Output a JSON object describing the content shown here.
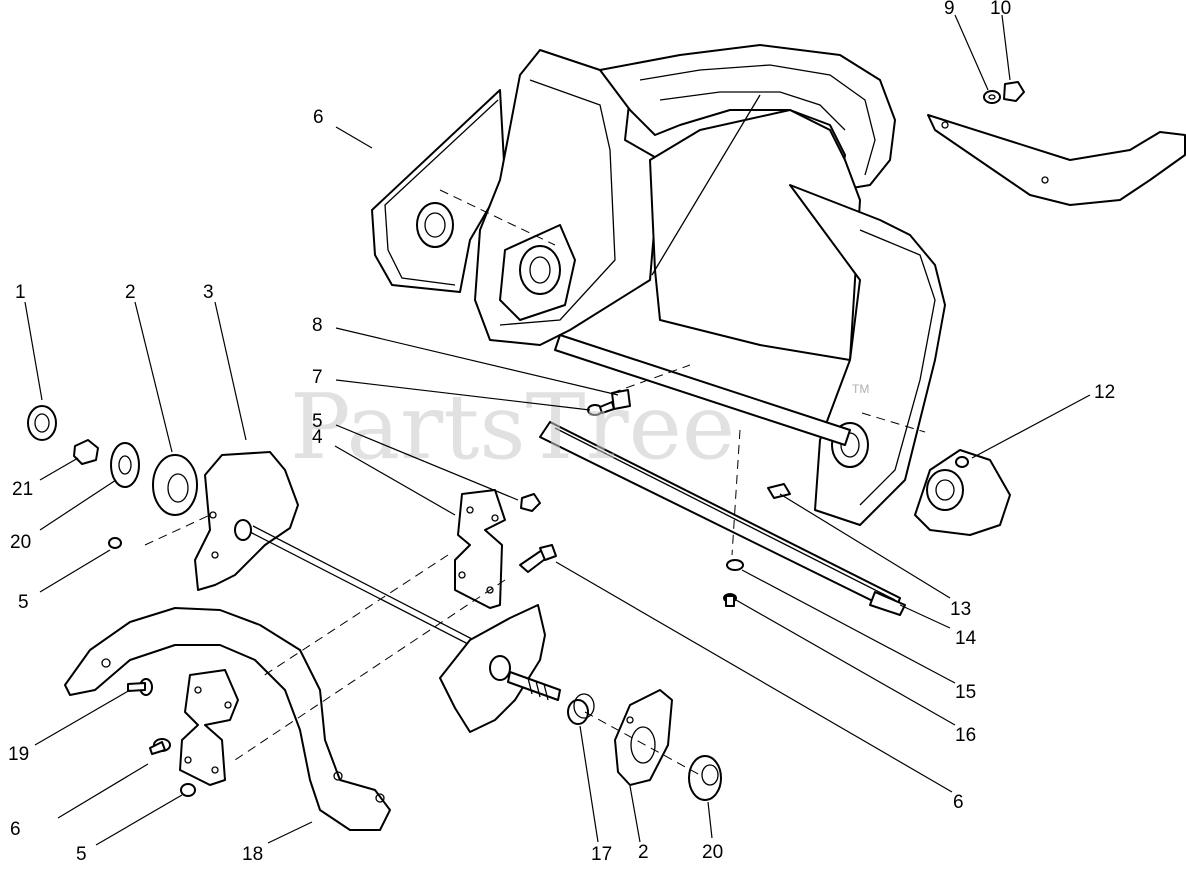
{
  "watermark": {
    "text": "PartsTree",
    "tm": "TM"
  },
  "callouts": [
    {
      "id": "c1",
      "label": "1"
    },
    {
      "id": "c2a",
      "label": "2"
    },
    {
      "id": "c3",
      "label": "3"
    },
    {
      "id": "c4",
      "label": "4"
    },
    {
      "id": "c5a",
      "label": "5"
    },
    {
      "id": "c5b",
      "label": "5"
    },
    {
      "id": "c5c",
      "label": "5"
    },
    {
      "id": "c6a",
      "label": "6"
    },
    {
      "id": "c6b",
      "label": "6"
    },
    {
      "id": "c6c",
      "label": "6"
    },
    {
      "id": "c7",
      "label": "7"
    },
    {
      "id": "c8",
      "label": "8"
    },
    {
      "id": "c9",
      "label": "9"
    },
    {
      "id": "c10",
      "label": "10"
    },
    {
      "id": "c12",
      "label": "12"
    },
    {
      "id": "c13",
      "label": "13"
    },
    {
      "id": "c14",
      "label": "14"
    },
    {
      "id": "c15",
      "label": "15"
    },
    {
      "id": "c16",
      "label": "16"
    },
    {
      "id": "c17",
      "label": "17"
    },
    {
      "id": "c2b",
      "label": "2"
    },
    {
      "id": "c20a",
      "label": "20"
    },
    {
      "id": "c20b",
      "label": "20"
    },
    {
      "id": "c21",
      "label": "21"
    },
    {
      "id": "c18",
      "label": "18"
    },
    {
      "id": "c19",
      "label": "19"
    }
  ]
}
